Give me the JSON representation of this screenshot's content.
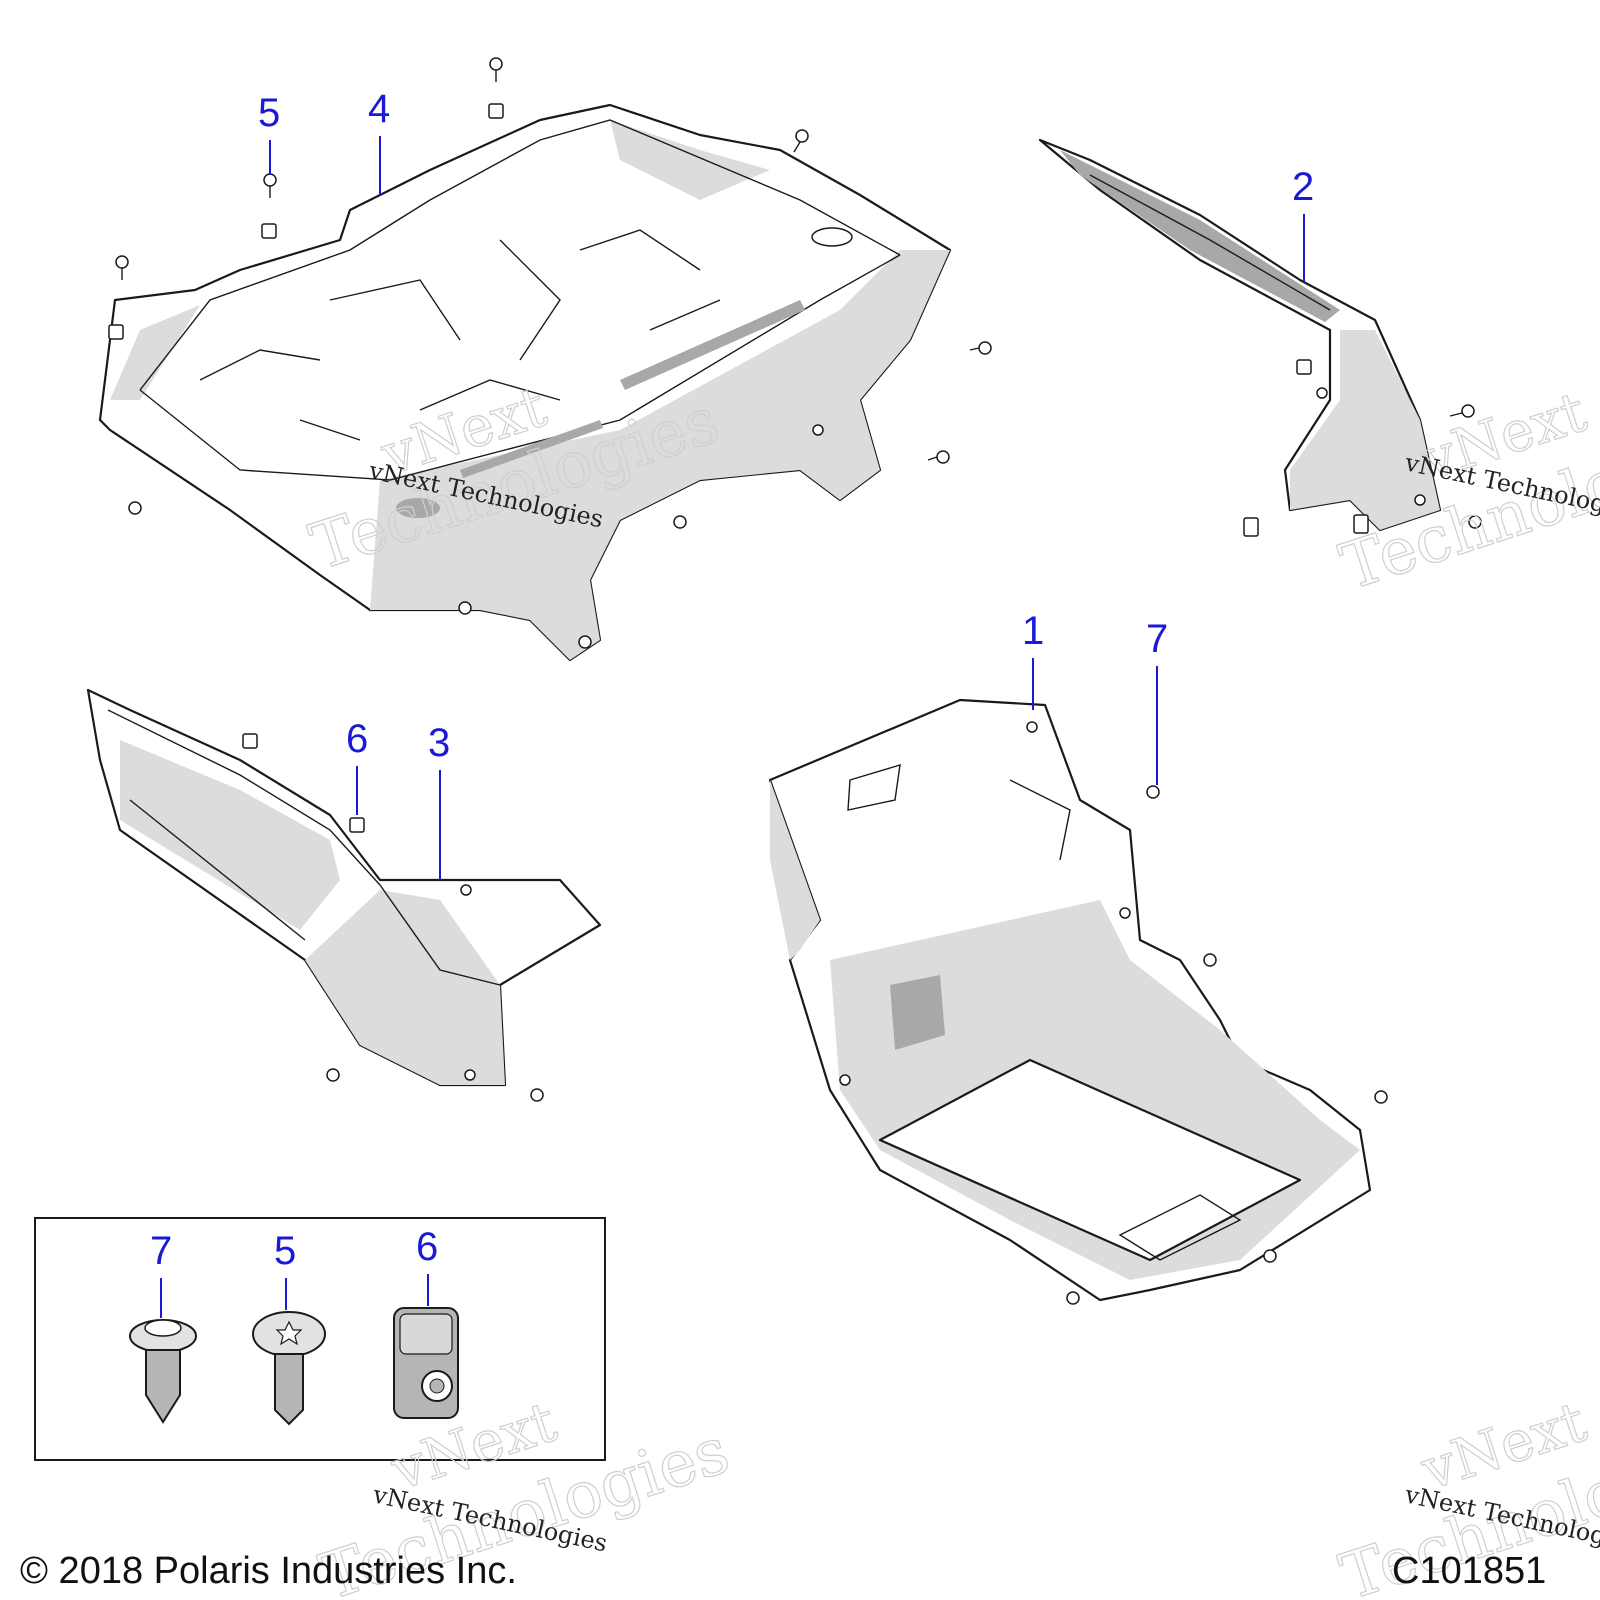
{
  "callouts": [
    {
      "id": "p1",
      "label": "1"
    },
    {
      "id": "p2",
      "label": "2"
    },
    {
      "id": "p3",
      "label": "3"
    },
    {
      "id": "p4",
      "label": "4"
    },
    {
      "id": "p5",
      "label": "5"
    },
    {
      "id": "p6",
      "label": "6"
    },
    {
      "id": "p7",
      "label": "7"
    }
  ],
  "legend_box": {
    "items": [
      {
        "label": "7",
        "part": "push-rivet"
      },
      {
        "label": "5",
        "part": "torx-screw"
      },
      {
        "label": "6",
        "part": "u-nut-clip"
      }
    ]
  },
  "watermark": {
    "line1": "vNext Technologies",
    "line2": "vNext",
    "line3": "Technologies"
  },
  "footer": {
    "copyright": "© 2018 Polaris Industries Inc.",
    "figure_code": "C101851"
  }
}
